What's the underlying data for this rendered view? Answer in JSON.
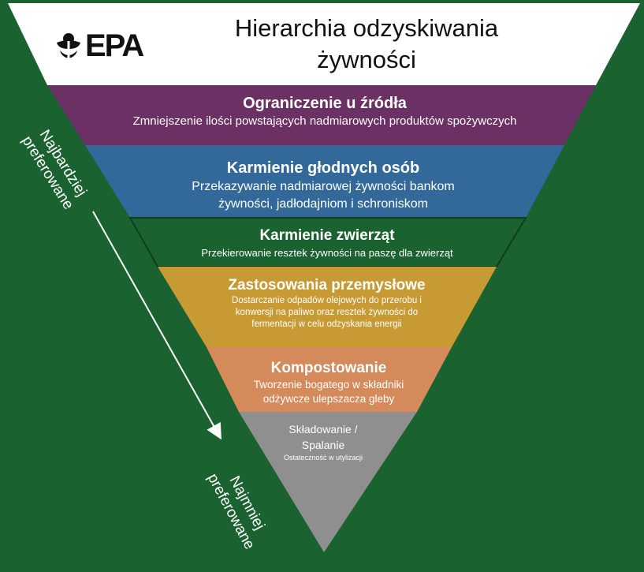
{
  "title": "Hierarchia odzyskiwania żywności",
  "logo": {
    "text": "EPA"
  },
  "side_labels": {
    "top": "Najbardziej preferowane",
    "bottom": "Najmniej preferowane"
  },
  "colors": {
    "background": "#1a6230",
    "title_band": "#ffffff",
    "source_reduction": "#6b3064",
    "feed_hungry": "#32699a",
    "feed_animals": "#1a6230",
    "industrial": "#c89a34",
    "composting": "#d58a5b",
    "landfill": "#8f8f8f"
  },
  "levels": [
    {
      "heading": "Ograniczenie u źródła",
      "description": "Zmniejszenie ilości powstających nadmiarowych produktów spożywczych"
    },
    {
      "heading": "Karmienie głodnych osób",
      "description": "Przekazywanie nadmiarowej żywności bankom żywności, jadłodajniom i schroniskom"
    },
    {
      "heading": "Karmienie zwierząt",
      "description": "Przekierowanie resztek żywności na paszę dla zwierząt"
    },
    {
      "heading": "Zastosowania przemysłowe",
      "description": "Dostarczanie odpadów olejowych do przerobu i konwersji na paliwo oraz resztek żywności do fermentacji w celu odzyskania energii"
    },
    {
      "heading": "Kompostowanie",
      "description": "Tworzenie bogatego w składniki odżywcze ulepszacza gleby"
    },
    {
      "heading": "Składowanie / Spalanie",
      "description": "Ostateczność w utylizacji"
    }
  ]
}
